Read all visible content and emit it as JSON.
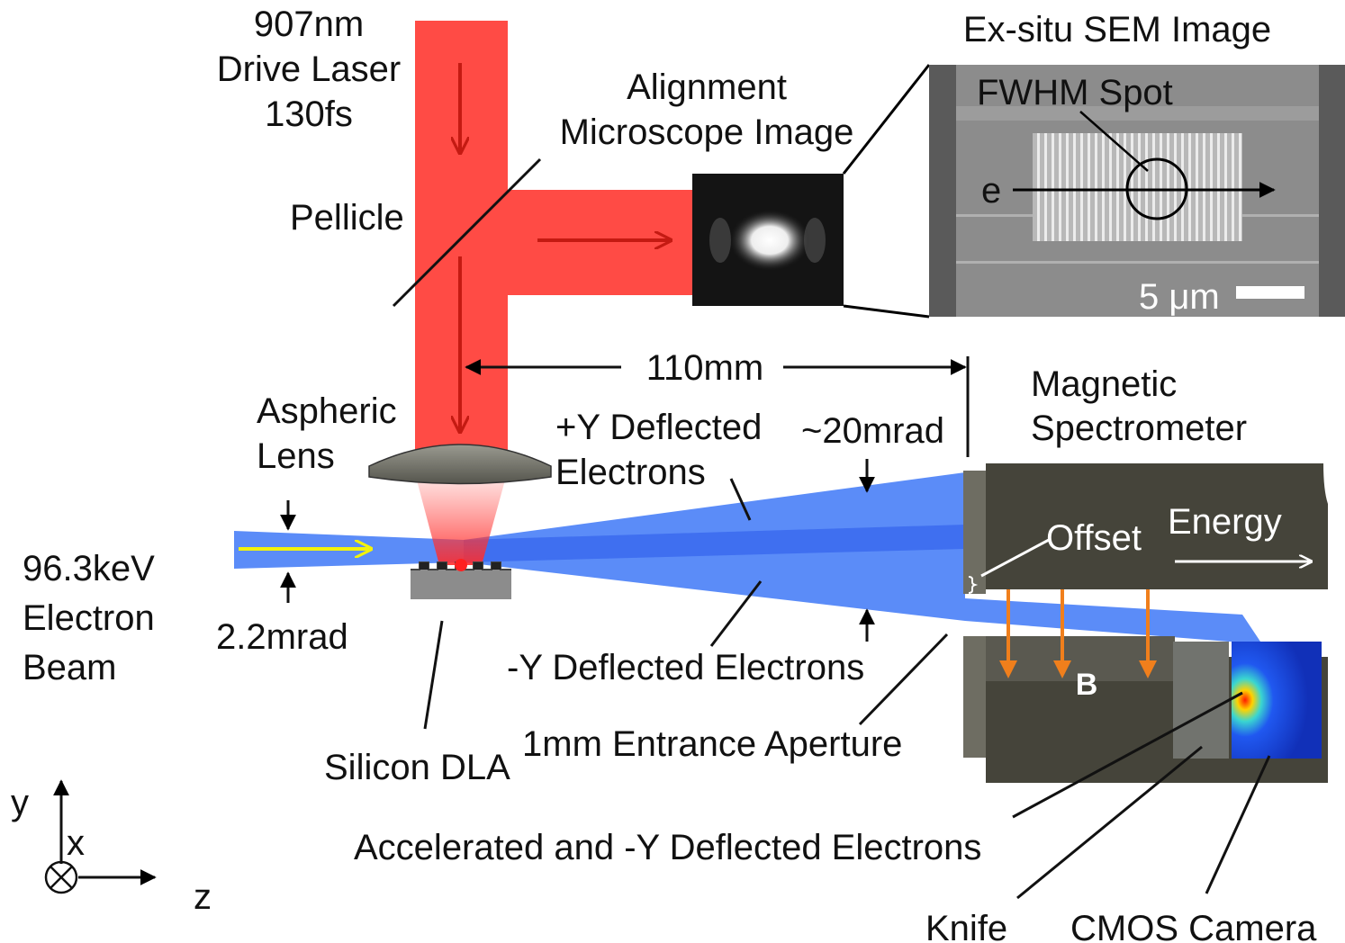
{
  "labels": {
    "drive_laser": [
      "907nm",
      "Drive Laser",
      "130fs"
    ],
    "alignment": [
      "Alignment",
      "Microscope Image"
    ],
    "sem_title": "Ex-situ SEM Image",
    "fwhm": "FWHM Spot",
    "e": "e",
    "scale": "5 μm",
    "pellicle": "Pellicle",
    "aspheric": [
      "Aspheric",
      "Lens"
    ],
    "distance": "110mm",
    "plus_y": [
      "+Y Deflected",
      "Electrons"
    ],
    "mrad20": "~20mrad",
    "magnetic": [
      "Magnetic",
      "Spectrometer"
    ],
    "energy": "Energy",
    "offset": "Offset",
    "beam": [
      "96.3keV",
      "Electron",
      "Beam"
    ],
    "mrad22": "2.2mrad",
    "minus_y": "-Y Deflected Electrons",
    "b_field": "B",
    "silicon": "Silicon DLA",
    "aperture": "1mm Entrance Aperture",
    "accel": "Accelerated and -Y Deflected Electrons",
    "knife": "Knife",
    "cmos": "CMOS Camera",
    "axis_y": "y",
    "axis_x": "x",
    "axis_z": "z"
  },
  "colors": {
    "laser": "#ff4b45",
    "laser_arrow": "#c41a12",
    "electron": "#5b8cf8",
    "electron_core": "#3f6ff0",
    "spectrometer": "#45443a",
    "orange": "#f07f1c",
    "yellow": "#f2f20c"
  }
}
